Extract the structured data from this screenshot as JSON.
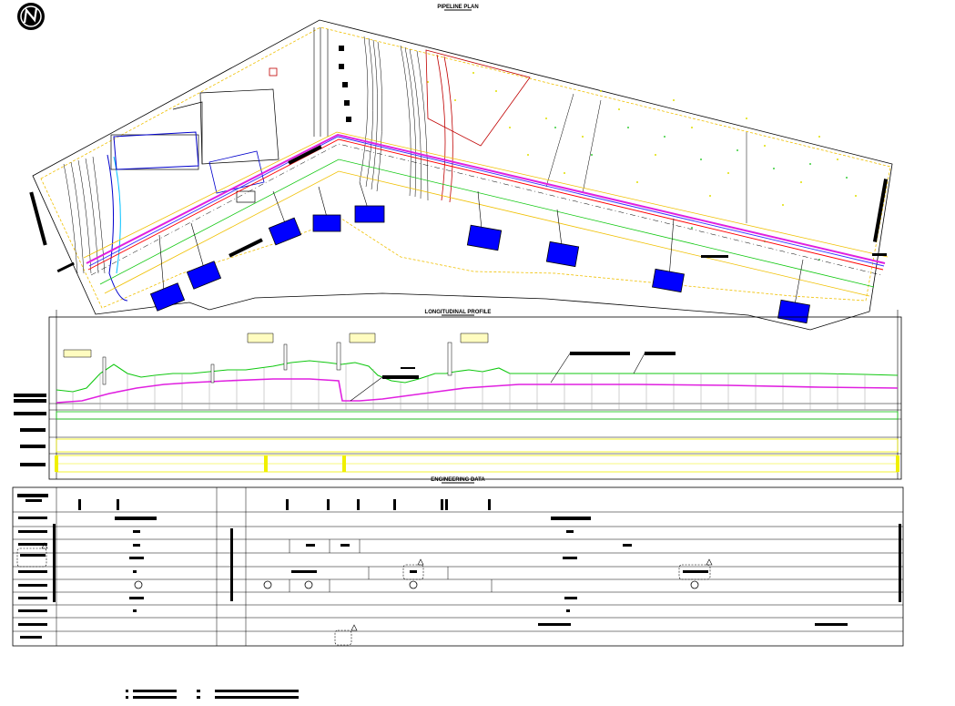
{
  "titles": {
    "plan": "PIPELINE PLAN",
    "profile": "LONGITUDINAL PROFILE",
    "engineering": "ENGINEERING DATA"
  },
  "icons": {
    "north_arrow": "north-arrow-icon"
  },
  "colors": {
    "pipeline": "#e020e0",
    "ground": "#10c810",
    "contour": "#0000cc",
    "boundary": "#f0c000",
    "callout": "#0000ff",
    "chainage_band": "#f0f000"
  }
}
